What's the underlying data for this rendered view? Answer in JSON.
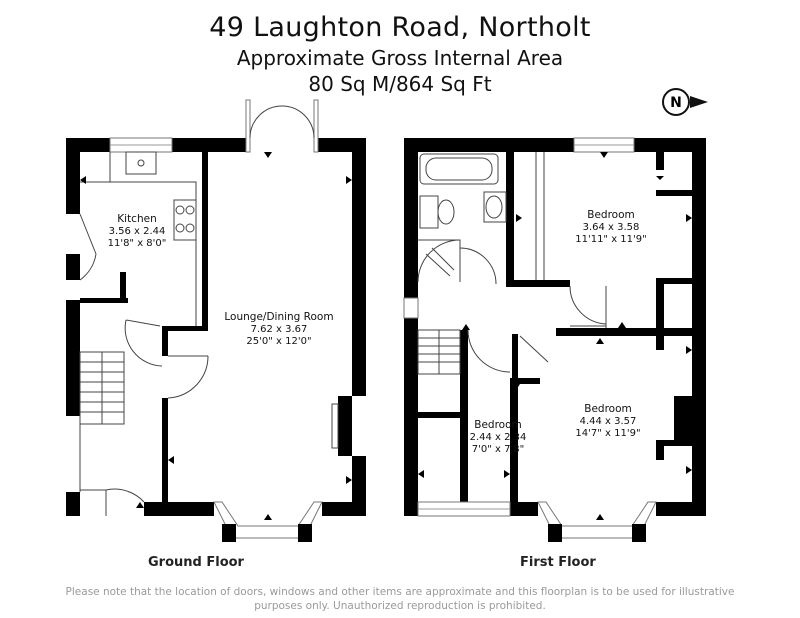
{
  "header": {
    "address": "49 Laughton Road, Northolt",
    "area_title": "Approximate Gross Internal Area",
    "area_value": "80 Sq M/864 Sq Ft"
  },
  "compass": {
    "letter": "N"
  },
  "ground_floor": {
    "label": "Ground Floor",
    "rooms": [
      {
        "name": "Kitchen",
        "metric": "3.56 x 2.44",
        "imperial": "11'8\" x 8'0\""
      },
      {
        "name": "Lounge/Dining Room",
        "metric": "7.62 x 3.67",
        "imperial": "25'0\" x 12'0\""
      }
    ]
  },
  "first_floor": {
    "label": "First Floor",
    "rooms": [
      {
        "name": "Bedroom",
        "metric": "3.64 x 3.58",
        "imperial": "11'11\" x 11'9\""
      },
      {
        "name": "Bedroom",
        "metric": "4.44 x 3.57",
        "imperial": "14'7\" x 11'9\""
      },
      {
        "name": "Bedroom",
        "metric": "2.44 x 2.34",
        "imperial": "7'0\" x 7'8\""
      }
    ]
  },
  "disclaimer": "Please note that the location of doors, windows and other items are approximate and this floorplan is to be used for illustrative purposes only. Unauthorized reproduction is prohibited."
}
